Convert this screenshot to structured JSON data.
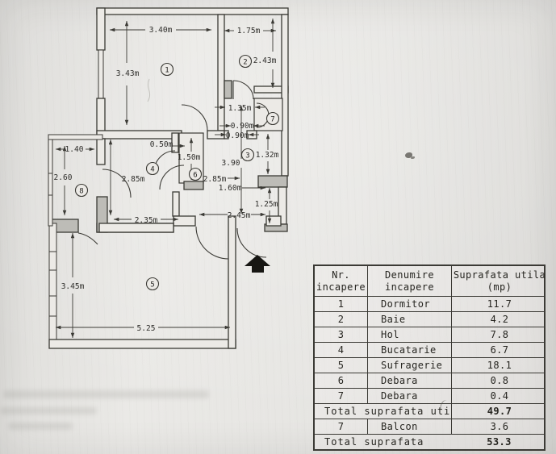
{
  "document_type": "apartment floor plan with area table",
  "colors": {
    "paper": "#e6e5e2",
    "ink": "#3b3a35"
  },
  "plan": {
    "north_arrow": "entrance-arrow-up",
    "room_numbers": {
      "dormitor": "1",
      "baie": "2",
      "hol": "3",
      "bucatarie": "4",
      "sufragerie": "5",
      "debara6": "6",
      "debara7": "7",
      "balcon8": "8"
    },
    "dimensions": {
      "dormitor_width": "3.40m",
      "dormitor_height": "3.43m",
      "baie_width": "1.75m",
      "baie_height": "2.43m",
      "hol_upper_width": "1.35m",
      "hol_door_top": "0.90m",
      "hol_door_bottom": "0.90m",
      "kitchen_niche": "0.50m",
      "debara6_depth": "1.50m",
      "hol_length": "3.90",
      "hol_window_upper": "1.32m",
      "kitchen_height": "2.85m",
      "hol_width": "2.85m",
      "hol_lower_width": "1.60m",
      "hol_window_lower": "1.25m",
      "kitchen_width": "2.35m",
      "hol_bottom_width": "2.45m",
      "balcon8_width": "1.40",
      "balcon8_height": "2.60",
      "sufragerie_height": "3.45m",
      "sufragerie_width": "5.25"
    }
  },
  "table": {
    "header": {
      "col1_line1": "Nr.",
      "col1_line2": "incapere",
      "col2_line1": "Denumire",
      "col2_line2": "incapere",
      "col3_line1": "Suprafata utila",
      "col3_line2": "(mp)"
    },
    "rows": [
      {
        "nr": "1",
        "name": "Dormitor",
        "area": "11.7"
      },
      {
        "nr": "2",
        "name": "Baie",
        "area": "4.2"
      },
      {
        "nr": "3",
        "name": "Hol",
        "area": "7.8"
      },
      {
        "nr": "4",
        "name": "Bucatarie",
        "area": "6.7"
      },
      {
        "nr": "5",
        "name": "Sufragerie",
        "area": "18.1"
      },
      {
        "nr": "6",
        "name": "Debara",
        "area": "0.8"
      },
      {
        "nr": "7",
        "name": "Debara",
        "area": "0.4"
      }
    ],
    "total_utila": {
      "label": "Total suprafata utila",
      "value": "49.7"
    },
    "balcon": {
      "nr": "7",
      "name": "Balcon",
      "area": "3.6"
    },
    "total": {
      "label": "Total suprafata",
      "value": "53.3"
    }
  }
}
